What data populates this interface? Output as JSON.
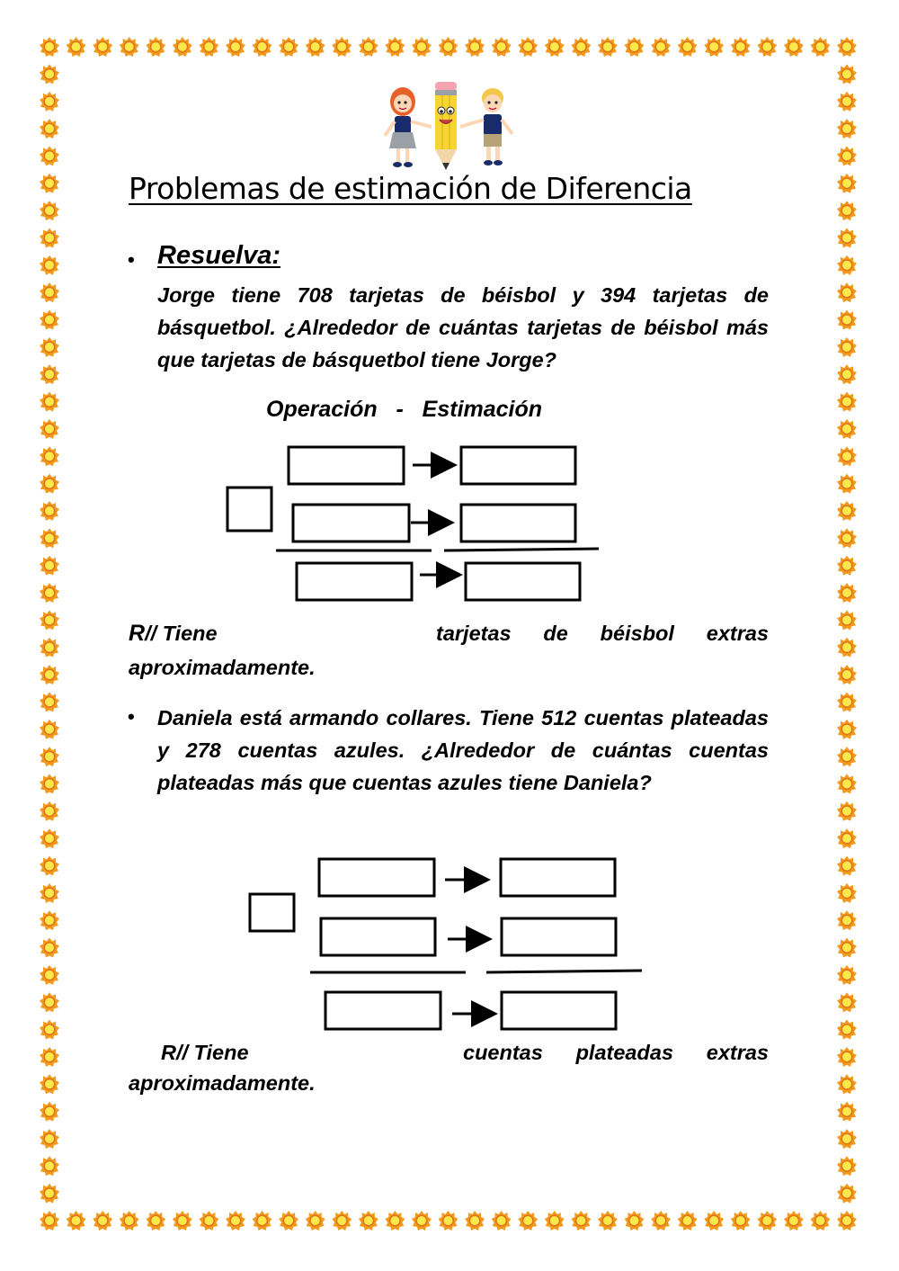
{
  "title": "Problemas de estimación de Diferencia",
  "instruction": "Resuelva:",
  "bullet_glyph": "•",
  "problem1": {
    "text": "Jorge tiene 708 tarjetas de béisbol y 394 tarjetas de básquetbol. ¿Alrededor de cuántas tarjetas de béisbol más que tarjetas de básquetbol tiene Jorge?",
    "operation_label": "Operación",
    "dash": "-",
    "estimation_label": "Estimación",
    "answer_prefix_r": "R",
    "answer_prefix_rest": "// Tiene",
    "answer_words": [
      "tarjetas",
      "de",
      "béisbol",
      "extras"
    ],
    "answer_end": "aproximadamente."
  },
  "problem2": {
    "text": "Daniela está armando collares. Tiene 512 cuentas plateadas y 278 cuentas azules. ¿Alrededor de cuántas cuentas plateadas más que cuentas azules tiene Daniela?",
    "answer_prefix": "R// Tiene",
    "answer_words": [
      "cuentas",
      "plateadas",
      "extras"
    ],
    "answer_end": "aproximadamente."
  },
  "colors": {
    "border_sun_outer": "#f39a1c",
    "border_sun_inner": "#fbe84a",
    "text": "#000000"
  },
  "icons": {
    "header_illustration": "children-with-pencil-icon",
    "border_decoration": "sun-icon"
  }
}
